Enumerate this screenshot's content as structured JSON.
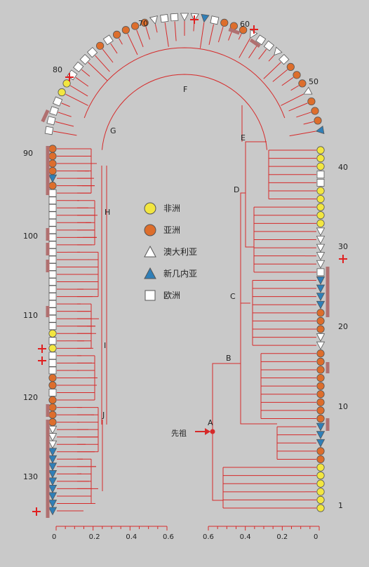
{
  "colors": {
    "background": "#c9c9c9",
    "branch": "#d62a2a",
    "africa": "#f2e640",
    "asia": "#dd6e2c",
    "australia": "#ffffff",
    "new_guinea": "#2f7fb8",
    "europe": "#ffffff",
    "bar": "#b07070",
    "star": "#e02020"
  },
  "legend": [
    {
      "label": "非洲",
      "shape": "circle",
      "fill": "#f2e640"
    },
    {
      "label": "亚洲",
      "shape": "circle",
      "fill": "#dd6e2c"
    },
    {
      "label": "澳大利亚",
      "shape": "triangle-down",
      "fill": "#ffffff"
    },
    {
      "label": "新几内亚",
      "shape": "triangle-down",
      "fill": "#2f7fb8"
    },
    {
      "label": "欧洲",
      "shape": "square",
      "fill": "#ffffff"
    }
  ],
  "ancestor_label": "先祖",
  "node_labels": [
    "A",
    "B",
    "C",
    "D",
    "E",
    "F",
    "G",
    "H",
    "I",
    "J"
  ],
  "index_labels": [
    "1",
    "10",
    "20",
    "30",
    "40",
    "50",
    "60",
    "70",
    "80",
    "90",
    "100",
    "110",
    "120",
    "130"
  ],
  "axis_left": [
    "0",
    "0.2",
    "0.4",
    "0.6"
  ],
  "axis_right": [
    "0.6",
    "0.4",
    "0.2",
    "0"
  ],
  "leaves_right": [
    "af",
    "af",
    "af",
    "af",
    "af",
    "af",
    "as",
    "as",
    "nz",
    "nz",
    "nz",
    "as",
    "as",
    "as",
    "as",
    "as",
    "as",
    "as",
    "as",
    "as",
    "au",
    "au",
    "as",
    "as",
    "as",
    "nz",
    "nz",
    "nz",
    "nz",
    "eu",
    "au",
    "au",
    "au",
    "au",
    "au",
    "af",
    "af",
    "af",
    "af",
    "af",
    "eu",
    "eu",
    "af",
    "af",
    "af"
  ],
  "leaves_arc": [
    "nz",
    "as",
    "as",
    "as",
    "au",
    "as",
    "as",
    "as",
    "eu",
    "au",
    "eu",
    "eu",
    "au",
    "as",
    "as",
    "as",
    "eu",
    "nz",
    "au",
    "au",
    "eu",
    "eu",
    "au",
    "as",
    "as",
    "as",
    "as",
    "eu",
    "as",
    "eu",
    "eu",
    "eu",
    "eu",
    "af",
    "af",
    "eu",
    "eu",
    "eu",
    "eu"
  ],
  "leaves_left": [
    "as",
    "as",
    "as",
    "as",
    "nz",
    "as",
    "eu",
    "eu",
    "eu",
    "eu",
    "eu",
    "eu",
    "eu",
    "eu",
    "eu",
    "eu",
    "eu",
    "eu",
    "eu",
    "eu",
    "eu",
    "eu",
    "eu",
    "eu",
    "eu",
    "af",
    "eu",
    "af",
    "eu",
    "eu",
    "eu",
    "as",
    "as",
    "eu",
    "as",
    "as",
    "as",
    "as",
    "au",
    "au",
    "au",
    "nz",
    "nz",
    "nz",
    "nz",
    "nz",
    "nz",
    "nz",
    "nz",
    "nz"
  ]
}
